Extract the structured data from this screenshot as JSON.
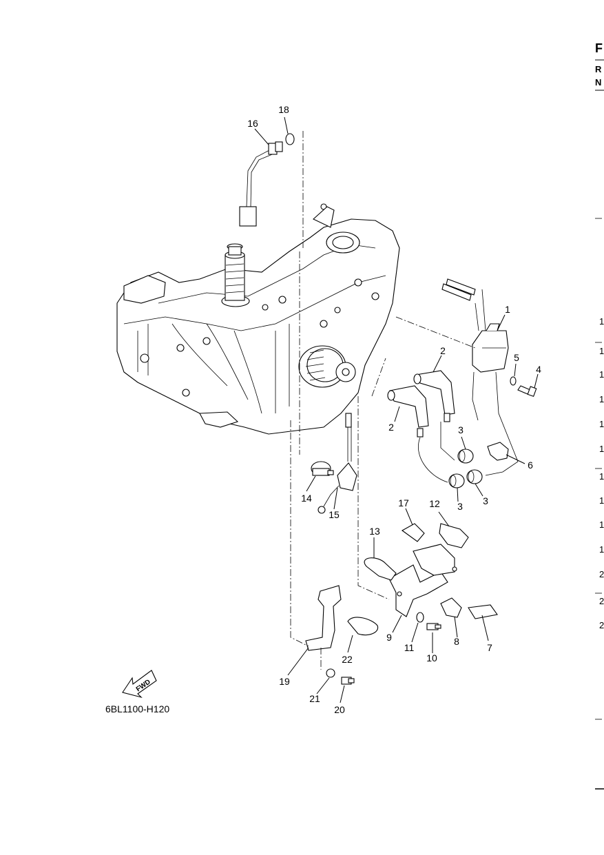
{
  "callouts": [
    {
      "n": "1"
    },
    {
      "n": "2"
    },
    {
      "n": "2"
    },
    {
      "n": "3"
    },
    {
      "n": "3"
    },
    {
      "n": "3"
    },
    {
      "n": "4"
    },
    {
      "n": "5"
    },
    {
      "n": "6"
    },
    {
      "n": "7"
    },
    {
      "n": "8"
    },
    {
      "n": "9"
    },
    {
      "n": "10"
    },
    {
      "n": "11"
    },
    {
      "n": "12"
    },
    {
      "n": "13"
    },
    {
      "n": "14"
    },
    {
      "n": "15"
    },
    {
      "n": "16"
    },
    {
      "n": "17"
    },
    {
      "n": "18"
    },
    {
      "n": "19"
    },
    {
      "n": "20"
    },
    {
      "n": "21"
    },
    {
      "n": "22"
    }
  ],
  "drawing_code": "6BL1100-H120",
  "fwd_label": "FWD",
  "edge_text": {
    "top": [
      "F",
      "R",
      "N"
    ],
    "column": [
      "1",
      "1",
      "1",
      "1",
      "1",
      "1",
      "1",
      "1",
      "1",
      "1",
      "2",
      "2",
      "2"
    ]
  }
}
